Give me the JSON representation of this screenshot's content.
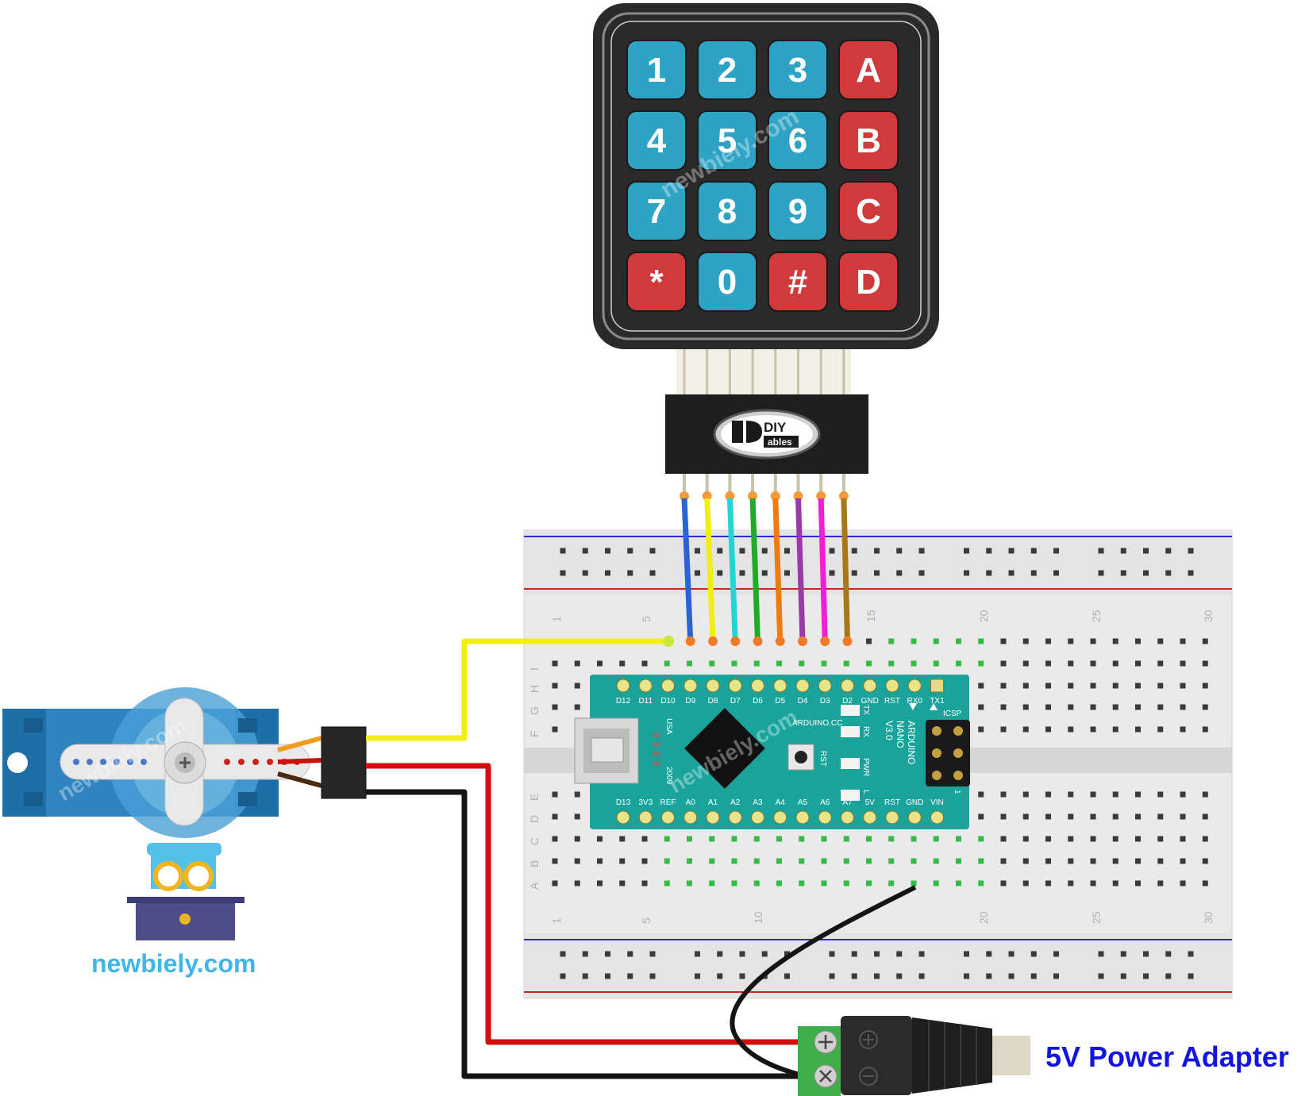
{
  "keypad": {
    "keys": [
      "1",
      "2",
      "3",
      "A",
      "4",
      "5",
      "6",
      "B",
      "7",
      "8",
      "9",
      "C",
      "*",
      "0",
      "#",
      "D"
    ]
  },
  "connector_brand": {
    "line1": "DIY",
    "line2": "ables"
  },
  "breadboard": {
    "column_numbers": [
      "1",
      "5",
      "15",
      "20",
      "25",
      "30"
    ],
    "bottom_column_numbers": [
      "1",
      "5",
      "10",
      "20",
      "25",
      "30"
    ],
    "row_letters_top": [
      "I",
      "H",
      "G",
      "F"
    ],
    "row_letters_bottom": [
      "E",
      "D",
      "C",
      "B",
      "A"
    ]
  },
  "arduino": {
    "top_pins": [
      "D12",
      "D11",
      "D10",
      "D9",
      "D8",
      "D7",
      "D6",
      "D5",
      "D4",
      "D3",
      "D2",
      "GND",
      "RST",
      "RX0",
      "TX1"
    ],
    "bottom_pins": [
      "D13",
      "3V3",
      "REF",
      "A0",
      "A1",
      "A2",
      "A3",
      "A4",
      "A5",
      "A6",
      "A7",
      "5V",
      "RST",
      "GND",
      "VIN"
    ],
    "brand": "ARDUINO.CC",
    "model": [
      "ARDUINO",
      "NANO",
      "V3.0"
    ],
    "usa": "USA",
    "year": "2009",
    "rst": "RST",
    "icsp": "ICSP",
    "icsp_pin1": "1",
    "leds": [
      "TX",
      "RX",
      "PWR",
      "L"
    ]
  },
  "logo": {
    "text": "newbiely.com"
  },
  "watermark": "newbiely.com",
  "power_adapter": {
    "label": "5V Power Adapter"
  },
  "colors": {
    "key_blue": "#2ea3c4",
    "key_red": "#d13a3a",
    "board_teal": "#1aa39b",
    "label_blue": "#1515e0",
    "logo_blue": "#3fb5e8"
  }
}
